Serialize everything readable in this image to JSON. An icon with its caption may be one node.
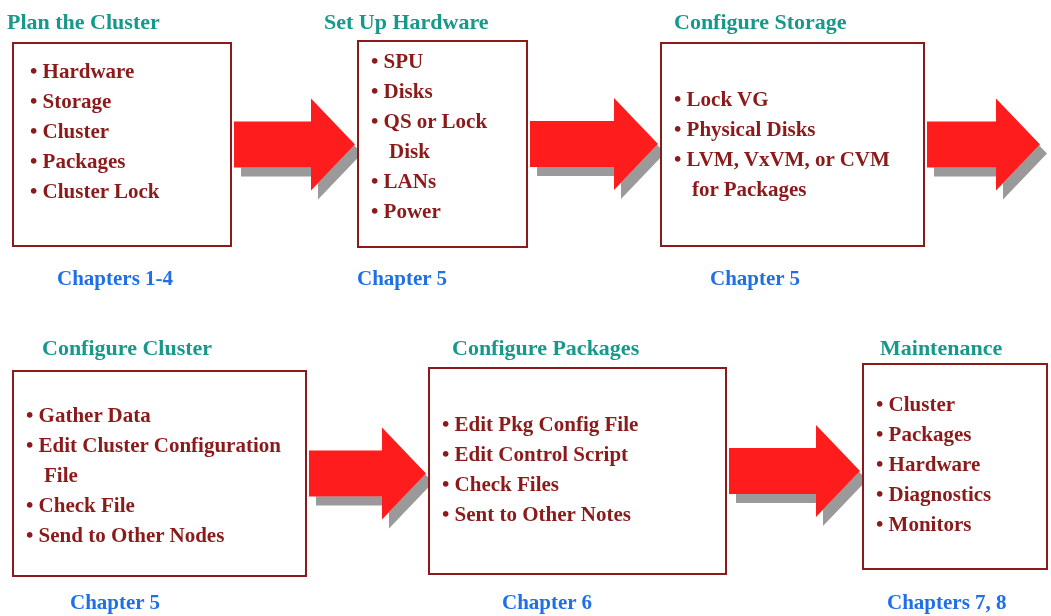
{
  "diagram": {
    "nodes": [
      {
        "text": [
          "Plan the Cluster",
          "• Hardware",
          "• Storage",
          "• Cluster",
          "• Packages",
          "• Cluster Lock"
        ],
        "beside": [
          "Chapters 1-4"
        ]
      },
      {
        "text": [
          "Set Up Hardware",
          "• SPU",
          "• Disks",
          "• QS or Lock Disk",
          "• LANs",
          "• Power"
        ],
        "beside": [
          "Chapter 5"
        ]
      },
      {
        "text": [
          "Configure Storage",
          "• Lock VG",
          "• Physical Disks",
          "• LVM, VxVM, or CVM for Packages"
        ],
        "beside": [
          "Chapter 5"
        ]
      },
      {
        "text": [
          "Configure Cluster",
          "• Gather Data",
          "• Edit Cluster Configuration File",
          "• Check File",
          "• Send to Other Nodes"
        ],
        "beside": [
          "Chapter 5"
        ]
      },
      {
        "text": [
          "Configure Packages",
          "• Edit Pkg Config File",
          "• Edit Control Script",
          "• Check Files",
          "• Sent to Other Notes"
        ],
        "beside": [
          "Chapter 6"
        ]
      },
      {
        "text": [
          "Maintenance",
          "• Cluster",
          "• Packages",
          "• Hardware",
          "• Diagnostics",
          "• Monitors"
        ],
        "beside": [
          "Chapters 7, 8"
        ]
      }
    ],
    "edges": [
      {
        "from": 0,
        "to": 1,
        "arrow": "to"
      },
      {
        "from": 1,
        "to": 2,
        "arrow": "to"
      },
      {
        "from": 2,
        "to": null,
        "arrow": "to"
      },
      {
        "from": 3,
        "to": 4,
        "arrow": "to"
      },
      {
        "from": 4,
        "to": 5,
        "arrow": "to"
      }
    ]
  }
}
